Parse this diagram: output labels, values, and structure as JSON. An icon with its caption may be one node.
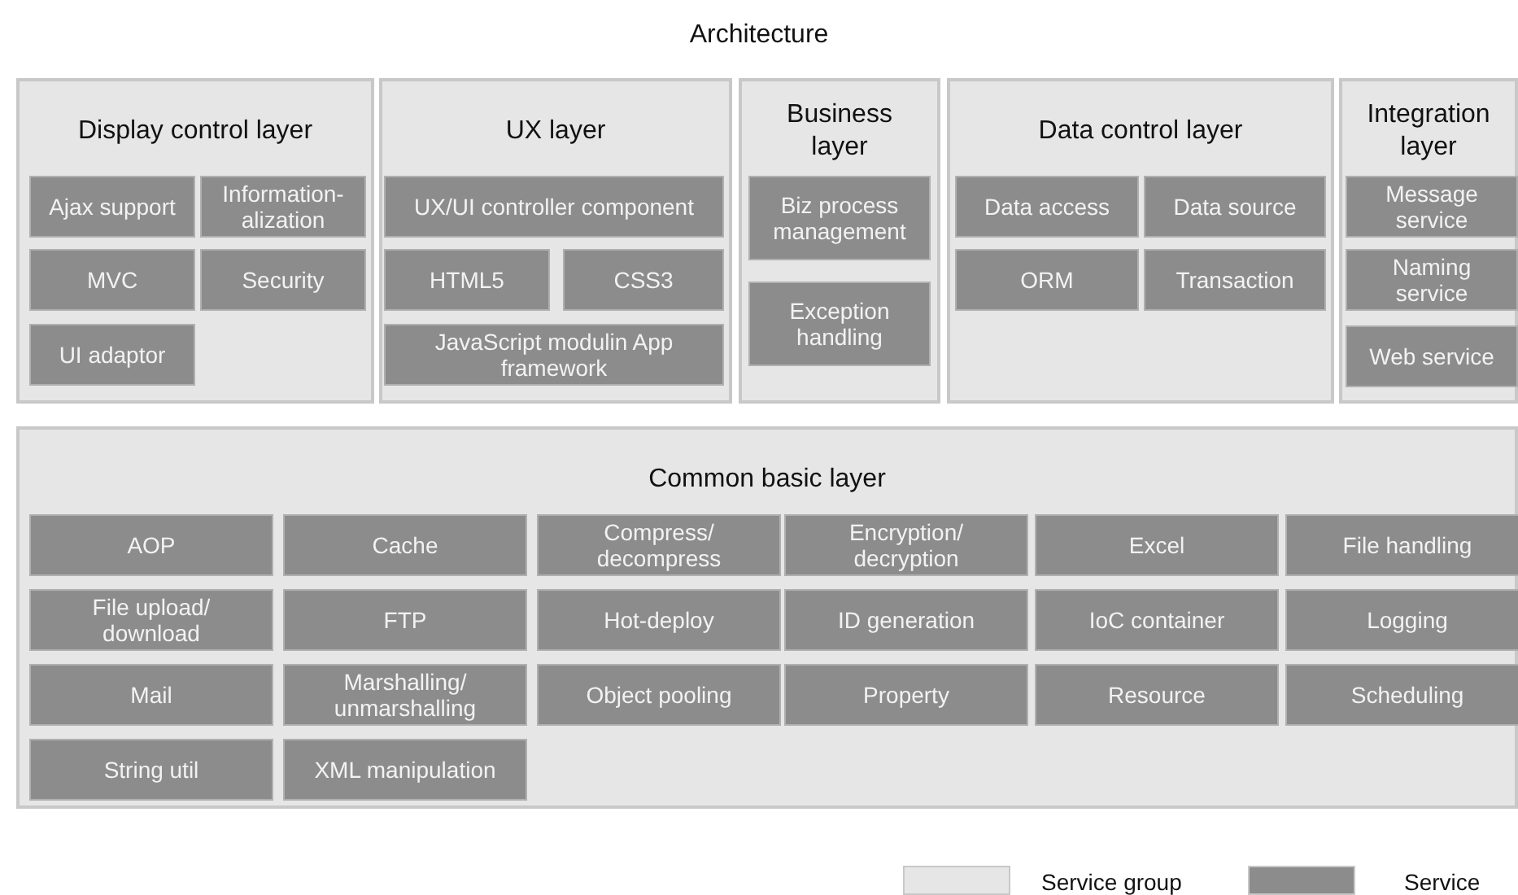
{
  "diagram": {
    "title": "Architecture",
    "nodes": [
      {
        "text": [
          "Display control layer"
        ]
      },
      {
        "text": [
          "Ajax support"
        ],
        "in": 0
      },
      {
        "text": [
          "Information-alization"
        ],
        "in": 0
      },
      {
        "text": [
          "MVC"
        ],
        "in": 0
      },
      {
        "text": [
          "Security"
        ],
        "in": 0
      },
      {
        "text": [
          "UI adaptor"
        ],
        "in": 0
      },
      {
        "text": [
          "UX layer"
        ]
      },
      {
        "text": [
          "UX/UI controller component"
        ],
        "in": 6
      },
      {
        "text": [
          "HTML5"
        ],
        "in": 6
      },
      {
        "text": [
          "CSS3"
        ],
        "in": 6
      },
      {
        "text": [
          "JavaScript modulin App framework"
        ],
        "in": 6
      },
      {
        "text": [
          "Business layer"
        ]
      },
      {
        "text": [
          "Biz process management"
        ],
        "in": 11
      },
      {
        "text": [
          "Exception handling"
        ],
        "in": 11
      },
      {
        "text": [
          "Data control layer"
        ]
      },
      {
        "text": [
          "Data access"
        ],
        "in": 14
      },
      {
        "text": [
          "Data source"
        ],
        "in": 14
      },
      {
        "text": [
          "ORM"
        ],
        "in": 14
      },
      {
        "text": [
          "Transaction"
        ],
        "in": 14
      },
      {
        "text": [
          "Integration layer"
        ]
      },
      {
        "text": [
          "Message service"
        ],
        "in": 19
      },
      {
        "text": [
          "Naming service"
        ],
        "in": 19
      },
      {
        "text": [
          "Web service"
        ],
        "in": 19
      },
      {
        "text": [
          "Common basic layer"
        ]
      },
      {
        "text": [
          "AOP"
        ],
        "in": 23
      },
      {
        "text": [
          "Cache"
        ],
        "in": 23
      },
      {
        "text": [
          "Compress/ decompress"
        ],
        "in": 23
      },
      {
        "text": [
          "Encryption/ decryption"
        ],
        "in": 23
      },
      {
        "text": [
          "Excel"
        ],
        "in": 23
      },
      {
        "text": [
          "File handling"
        ],
        "in": 23
      },
      {
        "text": [
          "File upload/ download"
        ],
        "in": 23
      },
      {
        "text": [
          "FTP"
        ],
        "in": 23
      },
      {
        "text": [
          "Hot-deploy"
        ],
        "in": 23
      },
      {
        "text": [
          "ID generation"
        ],
        "in": 23
      },
      {
        "text": [
          "IoC container"
        ],
        "in": 23
      },
      {
        "text": [
          "Logging"
        ],
        "in": 23
      },
      {
        "text": [
          "Mail"
        ],
        "in": 23
      },
      {
        "text": [
          "Marshalling/ unmarshalling"
        ],
        "in": 23
      },
      {
        "text": [
          "Object pooling"
        ],
        "in": 23
      },
      {
        "text": [
          "Property"
        ],
        "in": 23
      },
      {
        "text": [
          "Resource"
        ],
        "in": 23
      },
      {
        "text": [
          "Scheduling"
        ],
        "in": 23
      },
      {
        "text": [
          "String util"
        ],
        "in": 23
      },
      {
        "text": [
          "XML manipulation"
        ],
        "in": 23
      }
    ],
    "edges": [],
    "legend": [
      {
        "text": "Service group",
        "color": "#e6e6e6"
      },
      {
        "text": "Service",
        "color": "#8c8c8c"
      }
    ]
  }
}
